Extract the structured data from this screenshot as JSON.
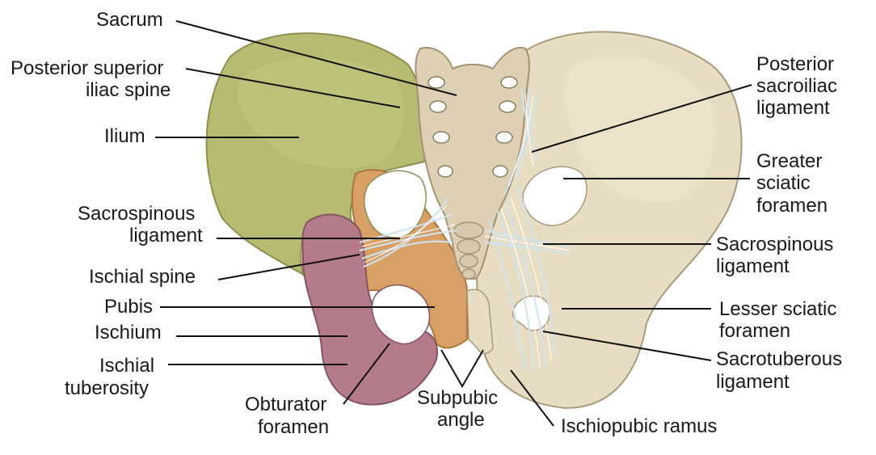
{
  "labels": {
    "sacrum": "Sacrum",
    "psis_1": "Posterior superior",
    "psis_2": "iliac spine",
    "ilium": "Ilium",
    "sacrospinous_left_1": "Sacrospinous",
    "sacrospinous_left_2": "ligament",
    "ischial_spine": "Ischial spine",
    "pubis": "Pubis",
    "ischium": "Ischium",
    "ischial_tuberosity_1": "Ischial",
    "ischial_tuberosity_2": "tuberosity",
    "obturator_1": "Obturator",
    "obturator_2": "foramen",
    "subpubic_1": "Subpubic",
    "subpubic_2": "angle",
    "ischiopubic_ramus": "Ischiopubic ramus",
    "post_sacroiliac_1": "Posterior",
    "post_sacroiliac_2": "sacroiliac",
    "post_sacroiliac_3": "ligament",
    "greater_sciatic_1": "Greater",
    "greater_sciatic_2": "sciatic",
    "greater_sciatic_3": "foramen",
    "sacrospinous_right_1": "Sacrospinous",
    "sacrospinous_right_2": "ligament",
    "lesser_sciatic_1": "Lesser sciatic",
    "lesser_sciatic_2": "foramen",
    "sacrotuberous_1": "Sacrotuberous",
    "sacrotuberous_2": "ligament"
  },
  "colors": {
    "ilium": "#b7bb72",
    "pubis": "#d9a066",
    "ischium": "#b47c88",
    "bone_right": "#e8dcc2",
    "sacrum": "#ddd0b4",
    "ligament": "#dbe9f1",
    "outline": "#9a8c72"
  }
}
